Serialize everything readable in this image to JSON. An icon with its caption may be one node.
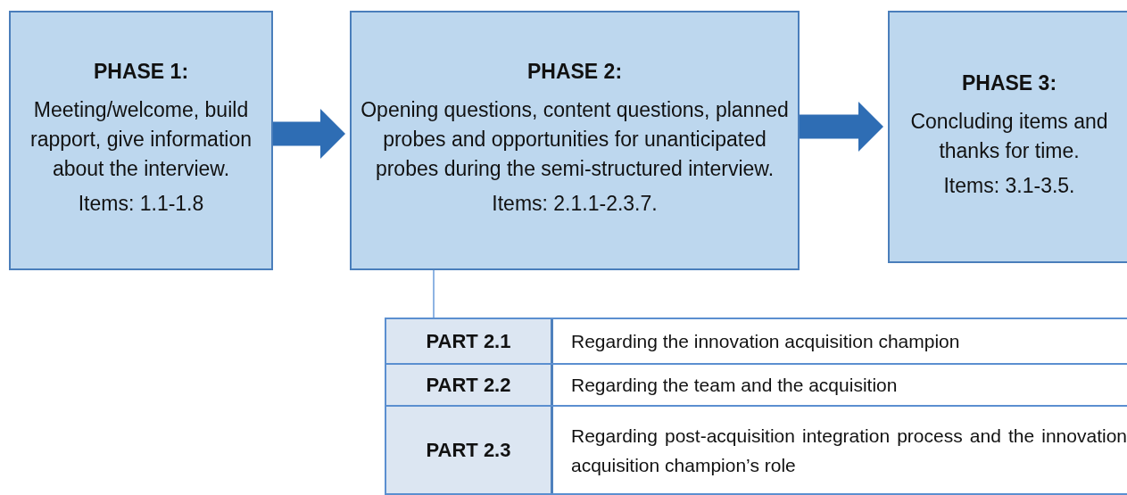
{
  "diagram": {
    "nodes": [
      {
        "text": [
          "PHASE 1:",
          "Meeting/welcome, build rapport, give information about the interview.",
          "Items: 1.1-1.8"
        ]
      },
      {
        "text": [
          "PHASE 2:",
          "Opening questions, content questions, planned probes and opportunities for unanticipated probes during the semi-structured interview.",
          "Items: 2.1.1-2.3.7."
        ]
      },
      {
        "text": [
          "PHASE 3:",
          "Concluding items and thanks for time.",
          "Items: 3.1-3.5."
        ]
      },
      {
        "text": [],
        "shape": "box"
      },
      {
        "text": [
          "PART 2.1",
          "Regarding the innovation acquisition champion"
        ],
        "in": 3
      },
      {
        "text": [
          "PART 2.2",
          "Regarding the team and the acquisition"
        ],
        "in": 3
      },
      {
        "text": [
          "PART 2.3",
          "Regarding post-acquisition integration process and the innovation acquisition champion’s role"
        ],
        "in": 3
      }
    ],
    "edges": [
      {
        "from": 0,
        "to": 1,
        "arrow": "to"
      },
      {
        "from": 1,
        "to": 2,
        "arrow": "to"
      },
      {
        "from": 1,
        "to": 3,
        "arrow": "none",
        "color": "#8eb4e3"
      }
    ]
  }
}
